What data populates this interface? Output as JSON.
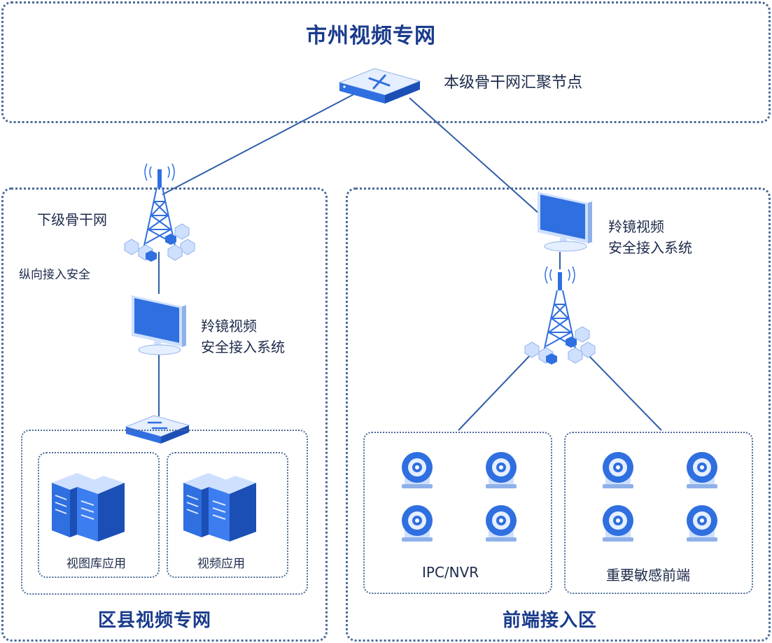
{
  "zones": {
    "city": "市州视频专网",
    "county": "区县视频专网",
    "frontend": "前端接入区"
  },
  "nodes": {
    "backbone_node": "本级骨干网汇聚节点",
    "lower_backbone": "下级骨干网",
    "vertical_security": "纵向接入安全",
    "access_system_left_line1": "羚镜视频",
    "access_system_left_line2": "安全接入系统",
    "access_system_right_line1": "羚镜视频",
    "access_system_right_line2": "安全接入系统"
  },
  "groups": {
    "image_lib": "视图库应用",
    "video_app": "视频应用",
    "ipc_nvr": "IPC/NVR",
    "sensitive": "重要敏感前端"
  },
  "colors": {
    "line": "#2f5ea8",
    "icon_blue": "#2f6fe0",
    "icon_light": "#cfe0ff",
    "border": "#4a6a96"
  }
}
